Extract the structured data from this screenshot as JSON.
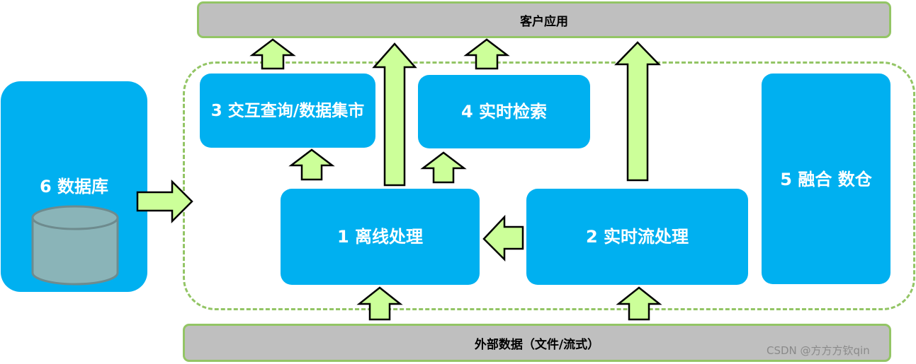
{
  "top_bar": {
    "label": "客户应用"
  },
  "bottom_bar": {
    "label": "外部数据（文件/流式）"
  },
  "boxes": {
    "offline": "1 离线处理",
    "realtime_stream": "2 实时流处理",
    "interactive_query": "3 交互查询/数据集市",
    "realtime_search": "4 实时检索",
    "fusion_warehouse": "5 融合 数仓",
    "database": "6 数据库"
  },
  "watermark": "CSDN @方方方钦qin",
  "colors": {
    "box_fill": "#00b0f0",
    "arrow_fill": "#ccff99",
    "arrow_stroke": "#000000",
    "dashed_border": "#93c565",
    "bar_fill": "#bfbfbf",
    "cylinder_fill": "#8ab4b8"
  }
}
